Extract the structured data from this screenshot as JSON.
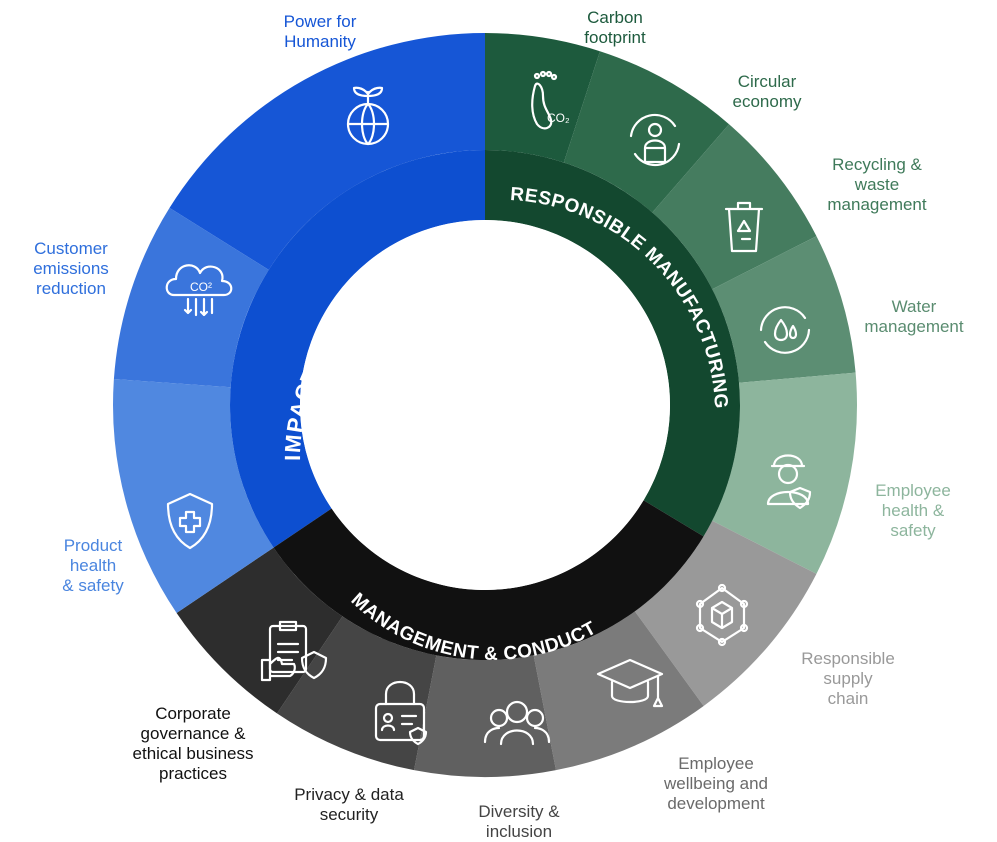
{
  "segments": [
    {
      "id": "power-for-humanity",
      "label": [
        "Power for",
        "Humanity"
      ],
      "group": "impactful",
      "color": "#1656d6",
      "label_color": "#1656d6",
      "icon": "globe-plant-icon"
    },
    {
      "id": "carbon-footprint",
      "label": [
        "Carbon",
        "footprint"
      ],
      "group": "responsible",
      "color": "#1d5a3d",
      "label_color": "#1d5a3d",
      "icon": "footprint-co2-icon"
    },
    {
      "id": "circular-economy",
      "label": [
        "Circular",
        "economy"
      ],
      "group": "responsible",
      "color": "#2e6a4b",
      "label_color": "#2e6a4b",
      "icon": "circular-person-icon"
    },
    {
      "id": "recycling-waste",
      "label": [
        "Recycling &",
        "waste",
        "management"
      ],
      "group": "responsible",
      "color": "#457c5f",
      "label_color": "#3f7a5a",
      "icon": "recycle-bin-icon"
    },
    {
      "id": "water-management",
      "label": [
        "Water",
        "management"
      ],
      "group": "responsible",
      "color": "#5c8e73",
      "label_color": "#5a8c70",
      "icon": "water-drop-cycle-icon"
    },
    {
      "id": "employee-health",
      "label": [
        "Employee",
        "health &",
        "safety"
      ],
      "group": "responsible",
      "color": "#8db59d",
      "label_color": "#8db59d",
      "icon": "worker-shield-icon"
    },
    {
      "id": "responsible-supply",
      "label": [
        "Responsible",
        "supply",
        "chain"
      ],
      "group": "management",
      "color": "#999999",
      "label_color": "#999999",
      "icon": "network-box-icon"
    },
    {
      "id": "employee-wellbeing",
      "label": [
        "Employee",
        "wellbeing and",
        "development"
      ],
      "group": "management",
      "color": "#7b7b7b",
      "label_color": "#6a6a6a",
      "icon": "graduation-cap-icon"
    },
    {
      "id": "diversity-inclusion",
      "label": [
        "Diversity &",
        "inclusion"
      ],
      "group": "management",
      "color": "#606060",
      "label_color": "#444444",
      "icon": "people-group-icon"
    },
    {
      "id": "privacy-data",
      "label": [
        "Privacy & data",
        "security"
      ],
      "group": "management",
      "color": "#454545",
      "label_color": "#222222",
      "icon": "padlock-id-icon"
    },
    {
      "id": "corporate-governance",
      "label": [
        "Corporate",
        "governance &",
        "ethical business",
        "practices"
      ],
      "group": "management",
      "color": "#2d2d2d",
      "label_color": "#111111",
      "icon": "clipboard-shield-icon"
    },
    {
      "id": "product-health",
      "label": [
        "Product",
        "health",
        "& safety"
      ],
      "group": "impactful",
      "color": "#5088e0",
      "label_color": "#4a85df",
      "icon": "shield-cross-icon"
    },
    {
      "id": "customer-emissions",
      "label": [
        "Customer",
        "emissions",
        "reduction"
      ],
      "group": "impactful",
      "color": "#3a75dc",
      "label_color": "#2f6fdc",
      "icon": "cloud-co2-icon"
    }
  ],
  "pillars": [
    {
      "id": "impactful-product",
      "label": "IMPACTFUL PRODUCT",
      "color": "#0d4fd0"
    },
    {
      "id": "responsible-manufacturing",
      "label": "RESPONSIBLE MANUFACTURING",
      "color": "#13482f"
    },
    {
      "id": "management-conduct",
      "label": "MANAGEMENT & CONDUCT",
      "color": "#111111"
    }
  ]
}
